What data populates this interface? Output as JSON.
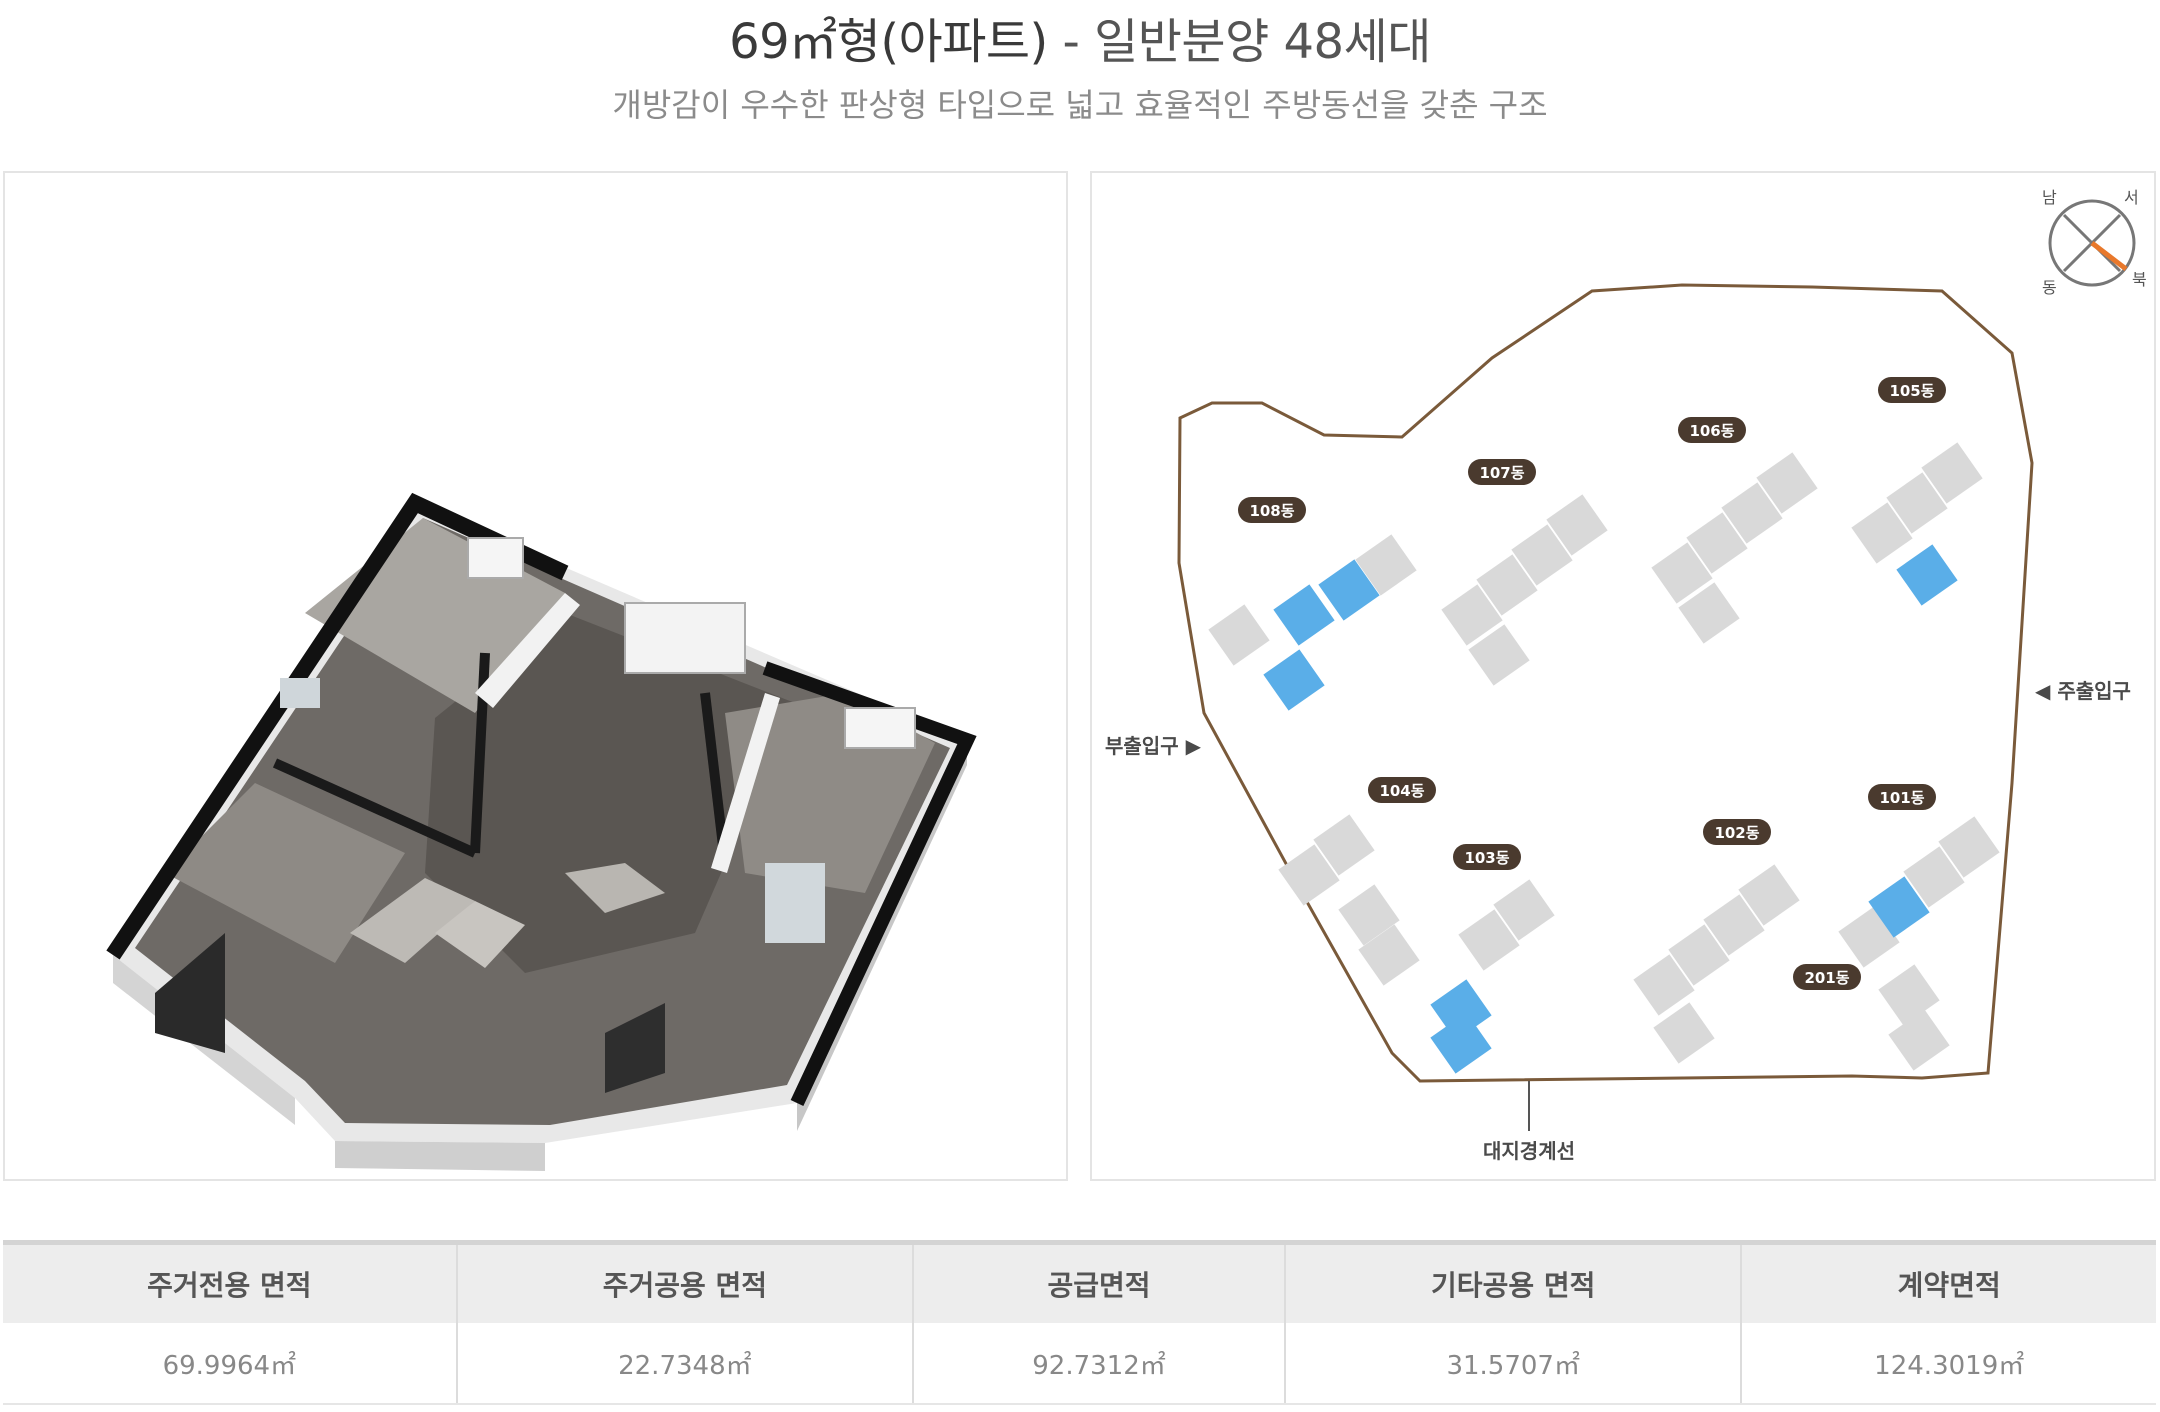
{
  "header": {
    "title_type": "69㎡형(아파트)",
    "title_sep": "-",
    "title_supply": "일반분양 48세대",
    "subtitle": "개방감이 우수한 판상형 타입으로 넓고 효율적인 주방동선을 갖춘 구조"
  },
  "site_plan": {
    "compass": {
      "south": "남",
      "west": "서",
      "east": "동",
      "north": "북"
    },
    "buildings": [
      "108동",
      "107동",
      "106동",
      "105동",
      "104동",
      "103동",
      "102동",
      "101동",
      "201동"
    ],
    "entrances": {
      "main": "◀ 주출입구",
      "side": "부출입구 ▶"
    },
    "boundary_label": "대지경계선",
    "highlight_color": "#5aaee8",
    "unit_color": "#d9d9d9",
    "label_bg_color": "#4a3a2e",
    "boundary_color": "#7a5a3a"
  },
  "specs": {
    "headers": [
      "주거전용 면적",
      "주거공용 면적",
      "공급면적",
      "기타공용 면적",
      "계약면적"
    ],
    "values": [
      "69.9964㎡",
      "22.7348㎡",
      "92.7312㎡",
      "31.5707㎡",
      "124.3019㎡"
    ]
  }
}
